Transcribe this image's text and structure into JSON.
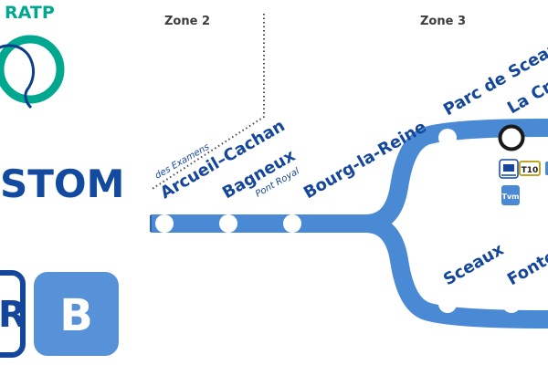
{
  "colors": {
    "line": "#4a89d4",
    "line_dark": "#2e64ad",
    "label": "#14469b",
    "zone_text": "#3c3c3c",
    "ratp_green": "#00a88f",
    "ratp_blue": "#0c3f8a",
    "alstom_blue": "#114a9e",
    "alstom_red": "#e0312f",
    "badge_b": "#5791d8"
  },
  "zones": {
    "zone2": "Zone 2",
    "zone3": "Zone 3"
  },
  "logos": {
    "ratp_text": "RATP",
    "alstom_text": "STOM",
    "mode_letter": "R",
    "line_letter": "B"
  },
  "stations": {
    "arcueil_cachan": "Arcueil–Cachan",
    "arcueil_sub": "des Examens",
    "bagneux": "Bagneux",
    "bagneux_sub": "Pont Royal",
    "bourg_la_reine": "Bourg-la-Reine",
    "parc_de_sceaux": "Parc de Sceaux",
    "la_croix": "La Cro",
    "sceaux": "Sceaux",
    "fontenay": "Fonte"
  },
  "connections": {
    "tram_line": "T10",
    "bus_line": "Tvm"
  }
}
